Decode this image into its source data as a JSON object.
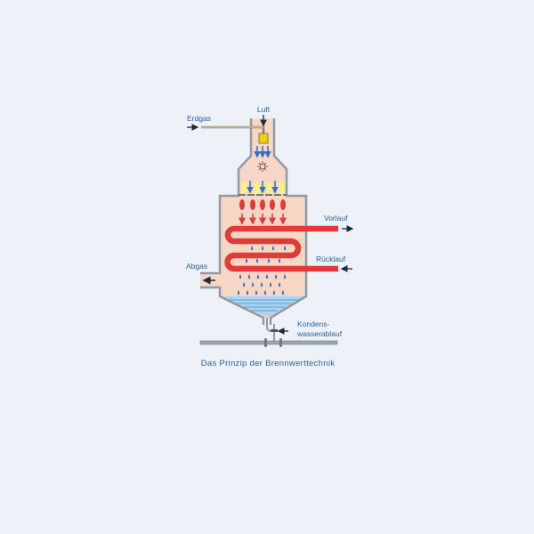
{
  "labels": {
    "luft": "Luft",
    "erdgas": "Erdgas",
    "vorlauf": "Vorlauf",
    "ruecklauf": "Rücklauf",
    "abgas": "Abgas",
    "kondens_line1": "Kondens-",
    "kondens_line2": "wasserablauf"
  },
  "caption": "Das Prinzip der Brennwerttechnik",
  "colors": {
    "background": "#eef2f8",
    "chamber": "#f7d6c6",
    "pipe": "#e03a3a",
    "wall": "#8f9aa6",
    "water": "#9fd0ee",
    "drops": "#2f6fc0",
    "label": "#2a5d8f"
  }
}
